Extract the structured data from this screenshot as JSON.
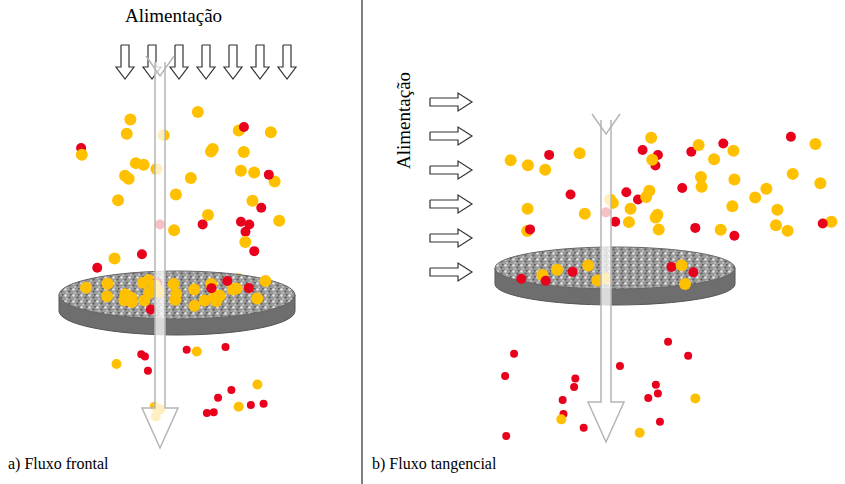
{
  "diagram": {
    "labels": [
      "Alimentação",
      "Alimentação",
      "a) Fluxo frontal",
      "b) Fluxo tangencial"
    ]
  }
}
